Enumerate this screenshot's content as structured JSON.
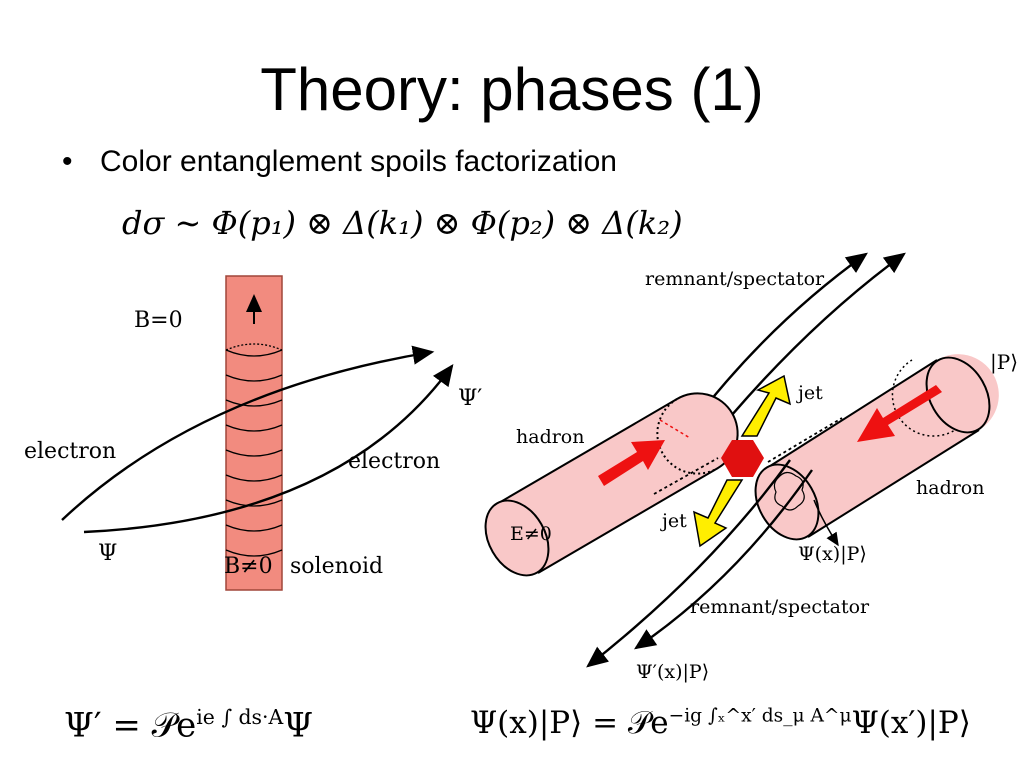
{
  "slide": {
    "title": "Theory: phases (1)",
    "bullet": "Color entanglement spoils factorization"
  },
  "equations": {
    "cross_section": "dσ ∼ Φ(p₁) ⊗ Δ(k₁) ⊗ Φ(p₂) ⊗ Δ(k₂)",
    "psi_prime": "Ψ′ = 𝒫e",
    "psi_prime_exponent": "ie ∫ ds·A",
    "psi_prime_tail": "Ψ",
    "wilson_line": "Ψ(x)|P⟩ = 𝒫e",
    "wilson_exponent": "−ig ∫ₓ^x′ ds_μ A^μ",
    "wilson_tail": "Ψ(x′)|P⟩"
  },
  "left_diagram": {
    "b_zero": "B=0",
    "b_nonzero": "B≠0",
    "solenoid": "solenoid",
    "electron_left": "electron",
    "electron_right": "electron",
    "psi": "Ψ",
    "psi_prime": "Ψ′",
    "colors": {
      "solenoid_fill": "#f28b7f",
      "solenoid_stroke": "#a0463a"
    }
  },
  "right_diagram": {
    "remnant_top": "remnant/spectator",
    "remnant_bottom": "remnant/spectator",
    "ket_p": "|P⟩",
    "hadron_left": "hadron",
    "hadron_right": "hadron",
    "jet_top": "jet",
    "jet_bottom": "jet",
    "e_nonzero": "E≠0",
    "psi_x_p": "Ψ(x)|P⟩",
    "psi_prime_x_p": "Ψ′(x)|P⟩",
    "colors": {
      "cylinder_fill": "#f9c8c8",
      "arrow_red": "#ee1111",
      "jet_yellow": "#ffee00",
      "vertex": "#e01010"
    }
  }
}
